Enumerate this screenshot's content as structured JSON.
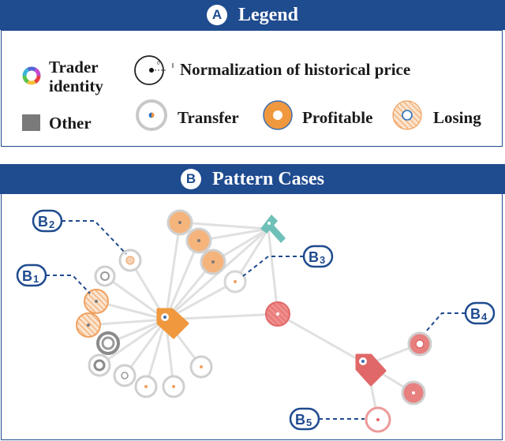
{
  "legend": {
    "badge": "A",
    "title": "Legend",
    "trader_identity": "Trader identity",
    "trader_identity_line1": "Trader",
    "trader_identity_line2": "identity",
    "other": "Other",
    "normalization": "Normalization of historical price",
    "norm_tick": "0",
    "transfer": "Transfer",
    "profitable": "Profitable",
    "losing": "Losing"
  },
  "cases": {
    "badge": "B",
    "title": "Pattern Cases",
    "labels": [
      {
        "letter": "B",
        "sub": "1"
      },
      {
        "letter": "B",
        "sub": "2"
      },
      {
        "letter": "B",
        "sub": "3"
      },
      {
        "letter": "B",
        "sub": "4"
      },
      {
        "letter": "B",
        "sub": "5"
      }
    ]
  },
  "colors": {
    "header": "#1f4b8f",
    "orange": "#f0a060",
    "orange_fill": "#f5b47c",
    "red": "#e06868",
    "teal": "#6fc0b8",
    "gray": "#c8c8c8",
    "other": "#7a7a7a"
  }
}
